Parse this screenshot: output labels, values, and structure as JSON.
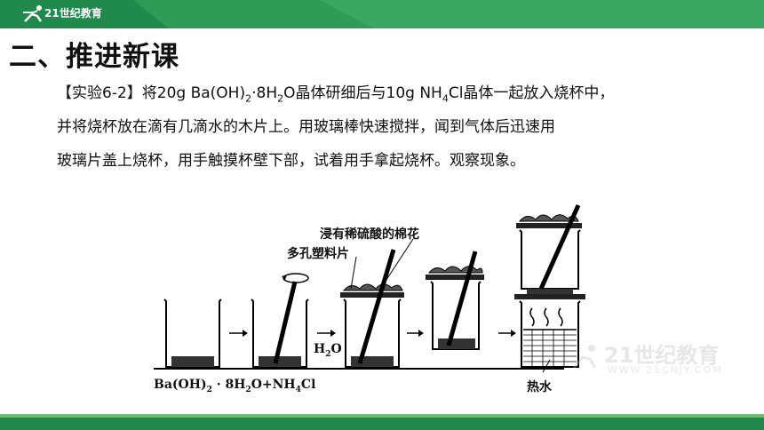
{
  "brand": {
    "logo_text": "21世纪教育",
    "primary_color": "#1f8a4c",
    "accent_color": "#6dbd6a"
  },
  "section_title": "二、推进新课",
  "paragraph": {
    "line1_prefix": "【实验6-2】将20g Ba(OH)",
    "line1_sub1": "2",
    "line1_mid1": "·8H",
    "line1_sub2": "2",
    "line1_mid2": "O晶体研细后与10g NH",
    "line1_sub3": "4",
    "line1_suffix": "Cl晶体一起放入烧杯中，",
    "line2": "并将烧杯放在滴有几滴水的木片上。用玻璃棒快速搅拌，闻到气体后迅速用",
    "line3": "玻璃片盖上烧杯，用手触摸杯壁下部，试着用手拿起烧杯。观察现象。"
  },
  "diagram": {
    "label_cotton": "浸有稀硫酸的棉花",
    "label_plastic": "多孔塑料片",
    "label_water_h": "H",
    "label_water_sub": "2",
    "label_water_o": "O",
    "label_formula_a": "Ba(OH)",
    "label_formula_a_sub": "2",
    "label_formula_b": " · 8H",
    "label_formula_b_sub": "2",
    "label_formula_c": "O+NH",
    "label_formula_c_sub": "4",
    "label_formula_d": "Cl",
    "label_hot_water": "热水"
  },
  "watermark": {
    "main": "21世纪教育",
    "sub": "WWW.21CNJY.COM"
  }
}
